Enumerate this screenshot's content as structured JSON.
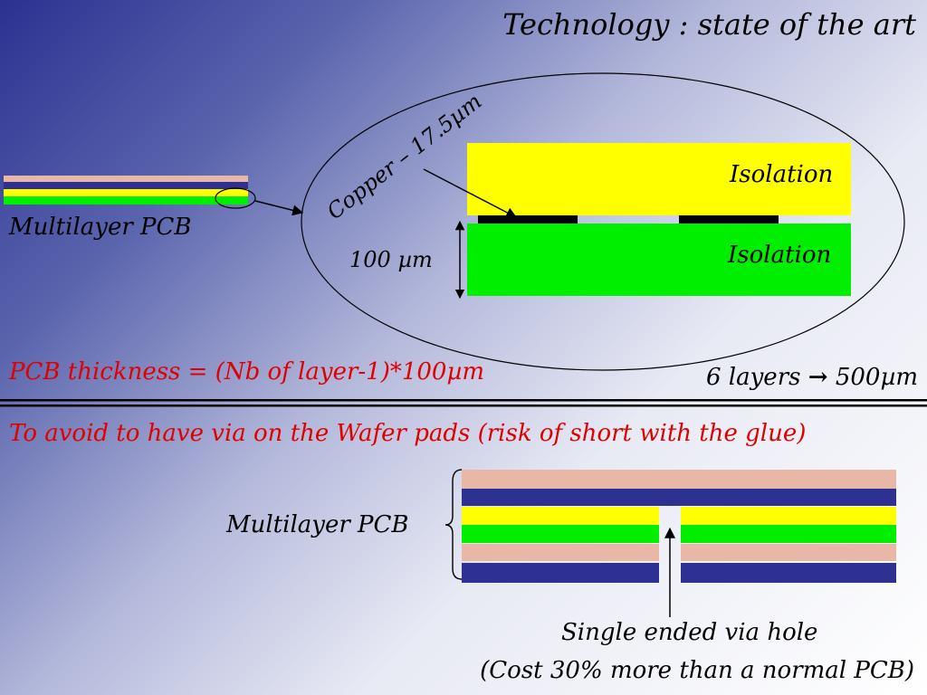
{
  "title": "Technology : state of the art",
  "diagram": {
    "multilayer_label": "Multilayer PCB",
    "copper_label": "Copper – 17.5µm",
    "isolation_top": "Isolation",
    "isolation_bottom": "Isolation",
    "thickness_dim": "100 µm",
    "formula": "PCB thickness = (Nb of layer-1)*100µm",
    "layers_count": "6 layers",
    "layers_result": "500µm"
  },
  "via_section": {
    "intro": "To avoid to have via on the Wafer pads (risk of short with the glue)",
    "multilayer_label": "Multilayer PCB",
    "via_caption": "Single ended via hole",
    "cost_caption": "(Cost 30% more than a normal PCB)"
  },
  "colors": {
    "copper_pink": "#e8b7a8",
    "dark_blue": "#2e3192",
    "yellow": "#ffff00",
    "green": "#00ee00",
    "red_text": "#e00000"
  }
}
